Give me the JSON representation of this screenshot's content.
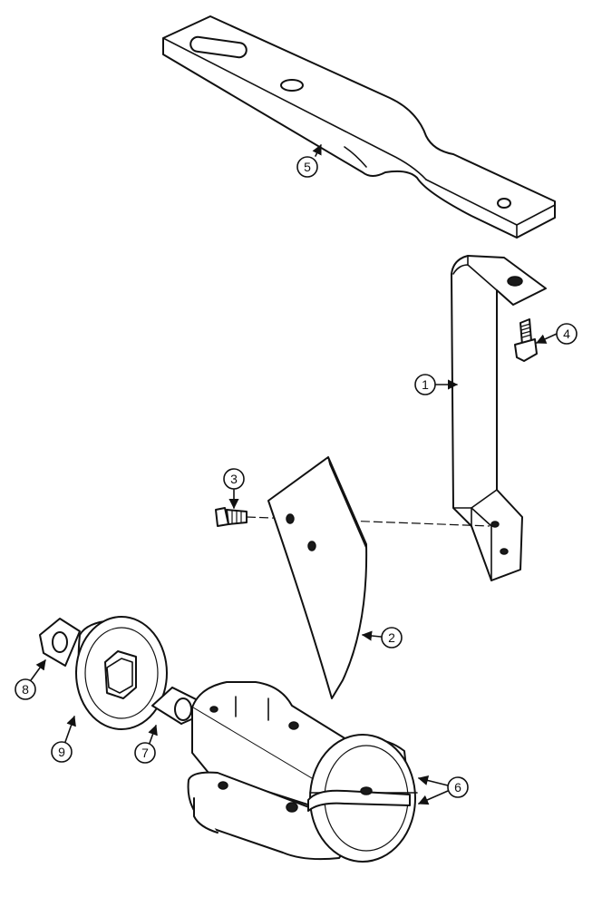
{
  "callouts": [
    {
      "id": "1",
      "label": "1"
    },
    {
      "id": "2",
      "label": "2"
    },
    {
      "id": "3",
      "label": "3"
    },
    {
      "id": "4",
      "label": "4"
    },
    {
      "id": "5",
      "label": "5"
    },
    {
      "id": "6",
      "label": "6"
    },
    {
      "id": "7",
      "label": "7"
    },
    {
      "id": "8",
      "label": "8"
    },
    {
      "id": "9",
      "label": "9"
    }
  ],
  "colors": {
    "ink": "#111111",
    "paper": "#ffffff"
  }
}
